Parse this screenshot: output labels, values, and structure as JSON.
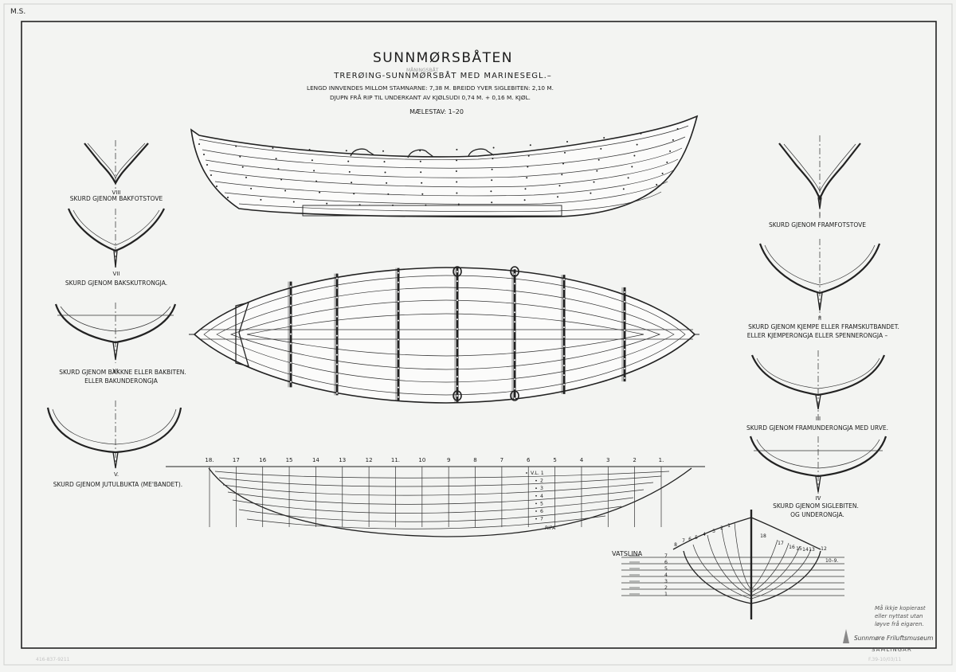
{
  "sheet": {
    "sheet_no": "M.S.",
    "title": "SUNNMØRSBÅTEN",
    "faint_stamp": "MÅNINGSBÅT",
    "subtitle": "TRERØING-SUNNMØRSBÅT MED MARINESEGL.–",
    "dims_1": "LENGD INNVENDES MILLOM STAMNARNE: 7,38 M. BREIDD YVER SIGLEBITEN: 2,10 M.",
    "dims_2": "DJUPN FRÅ RIP TIL UNDERKANT AV KJØLSUDI 0,74 M. + 0,16 M. KJØL.",
    "scale": "MÆLESTAV: 1–20"
  },
  "sections_left": [
    {
      "numeral": "VIII",
      "caption": "SKURD GJENOM BAKFOTSTOVE"
    },
    {
      "numeral": "VII",
      "caption": "SKURD GJENOM BAKSKUTRONGJA."
    },
    {
      "numeral": "VI.",
      "caption": "SKURD GJENOM BAKKNE ELLER BAKBITEN.",
      "caption_2": "ELLER BAKUNDERONGJA"
    },
    {
      "numeral": "V.",
      "caption": "SKURD GJENOM JUTULBUKTA (ME'BANDET)."
    }
  ],
  "sections_right": [
    {
      "numeral": "I",
      "caption": "SKURD GJENOM FRAMFOTSTOVE"
    },
    {
      "numeral": "II",
      "caption": "SKURD GJENOM KJEMPE ELLER FRAMSKUTBANDET.",
      "caption_2": "ELLER KJEMPERONGJA ELLER SPENNERONGJA –"
    },
    {
      "numeral": "III",
      "caption": "SKURD GJENOM FRAMUNDERONGJA MED URVE."
    },
    {
      "numeral": "IV",
      "caption": "SKURD GJENOM SIGLEBITEN.",
      "caption_2": "OG UNDERONGJA."
    }
  ],
  "lines_plan": {
    "stations": [
      "18.",
      "17",
      "16",
      "15",
      "14",
      "13",
      "12",
      "11.",
      "10",
      "9",
      "8",
      "7",
      "6",
      "5",
      "4",
      "3",
      "2",
      "1."
    ],
    "waterlines": [
      "V.L. 1",
      "2",
      "3",
      "4",
      "5",
      "6",
      "7"
    ],
    "ripa_label": "RIPA"
  },
  "body_plan": {
    "label": "VATSLINA",
    "waterlines": [
      "7",
      "6",
      "5",
      "4",
      "3",
      "2",
      "1"
    ],
    "aft_stations": [
      "8",
      "7",
      "6",
      "5",
      "4",
      "3",
      "2",
      "1"
    ],
    "fore_stations": [
      "18",
      "17",
      "16",
      "15",
      "14",
      "13",
      "12"
    ],
    "lower_station_label": "10–9."
  },
  "footer": {
    "notice_lines": [
      "Må ikkje kopierast",
      "eller nyttast utan",
      "løyve frå eigaren."
    ],
    "signature": "Sunnmøre Friluftsmuseum",
    "stamp": "SAMLINGAR",
    "bottom_left_ref": "416-837-9211",
    "bottom_right_ref": "F.39-10/03/11"
  },
  "colors": {
    "paper": "#f3f4f2",
    "ink": "#1c1c1c"
  }
}
